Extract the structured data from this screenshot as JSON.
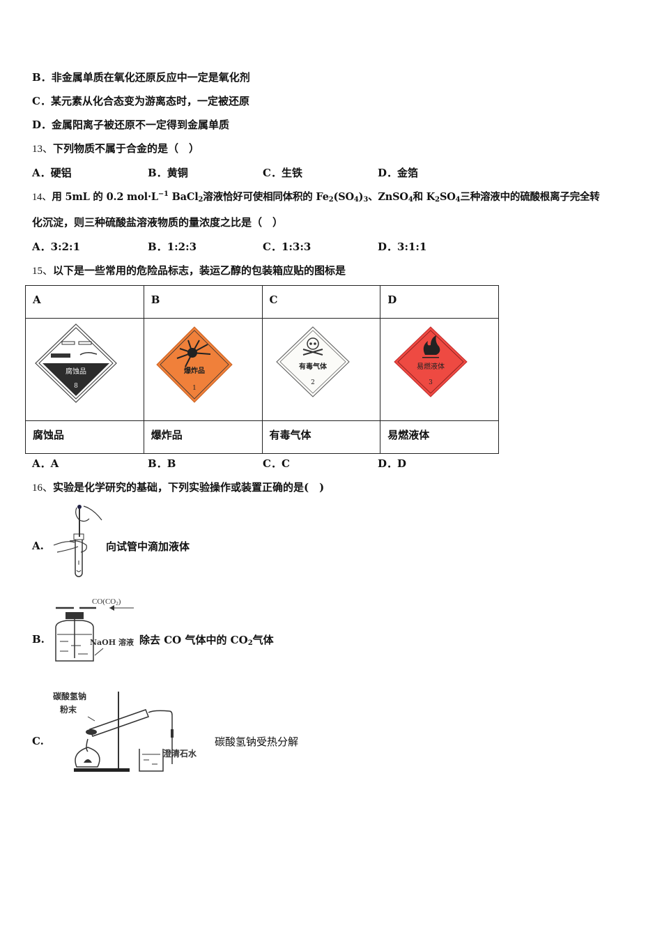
{
  "q12_options": {
    "B": {
      "label": "B．",
      "text": "非金属单质在氧化还原反应中一定是氧化剂"
    },
    "C": {
      "label": "C．",
      "text": "某元素从化合态变为游离态时，一定被还原"
    },
    "D": {
      "label": "D．",
      "text": "金属阳离子被还原不一定得到金属单质"
    }
  },
  "q13": {
    "number": "13、",
    "stem": "下列物质不属于合金的是（　）",
    "options": [
      {
        "label": "A．",
        "text": "硬铝"
      },
      {
        "label": "B．",
        "text": "黄铜"
      },
      {
        "label": "C．",
        "text": "生铁"
      },
      {
        "label": "D．",
        "text": "金箔"
      }
    ]
  },
  "q14": {
    "number": "14、",
    "stem_part1": "用 5mL 的 0.2 mol·L",
    "stem_sup": "−1",
    "stem_part2": " BaCl",
    "sub2": "2",
    "stem_part3": "溶液恰好可使相同体积的 Fe",
    "stem_part4": "(SO",
    "sub4": "4",
    "stem_part5": ")",
    "sub3": "3",
    "stem_part6": "、ZnSO",
    "stem_part7": "和 K",
    "stem_part8": "SO",
    "stem_part9": "三种溶液中的硫酸根离子完全转",
    "stem_line2": "化沉淀，则三种硫酸盐溶液物质的量浓度之比是（　）",
    "options": [
      {
        "label": "A．",
        "text": "3:2:1"
      },
      {
        "label": "B．",
        "text": "1:2:3"
      },
      {
        "label": "C．",
        "text": "1:3:3"
      },
      {
        "label": "D．",
        "text": "3:1:1"
      }
    ]
  },
  "q15": {
    "number": "15、",
    "stem": "以下是一些常用的危险品标志，装运乙醇的包装箱应贴的图标是",
    "table": {
      "headers": [
        "A",
        "B",
        "C",
        "D"
      ],
      "signs": [
        {
          "sign_text": "腐蚀品",
          "class_num": "8",
          "color": "#ffffff",
          "bottom": "#2a2a2a"
        },
        {
          "sign_text": "爆炸品",
          "class_num": "1",
          "color": "#f0803a"
        },
        {
          "sign_text": "有毒气体",
          "class_num": "2",
          "color": "#ffffff"
        },
        {
          "sign_text": "易燃液体",
          "class_num": "3",
          "color": "#ee4a42"
        }
      ],
      "labels": [
        "腐蚀品",
        "爆炸品",
        "有毒气体",
        "易燃液体"
      ]
    },
    "options": [
      {
        "label": "A．",
        "text": "A"
      },
      {
        "label": "B．",
        "text": "B"
      },
      {
        "label": "C．",
        "text": "C"
      },
      {
        "label": "D．",
        "text": "D"
      }
    ]
  },
  "q16": {
    "number": "16、",
    "stem": "实验是化学研究的基础，下列实验操作或装置正确的是(　)",
    "options": [
      {
        "label": "A.",
        "text": "向试管中滴加液体"
      },
      {
        "label": "B.",
        "text_part1": "除去 CO 气体中的 CO",
        "sub": "2",
        "text_part2": "气体",
        "diagram_gas": "CO(CO",
        "diagram_gas_sub": "2",
        "diagram_gas_end": ")",
        "diagram_solution": "NaOH 溶液"
      },
      {
        "label": "C.",
        "text": "碳酸氢钠受热分解",
        "diagram_powder_1": "碳酸氢钠",
        "diagram_powder_2": "粉末",
        "diagram_limewater": "澄清石水"
      }
    ]
  }
}
